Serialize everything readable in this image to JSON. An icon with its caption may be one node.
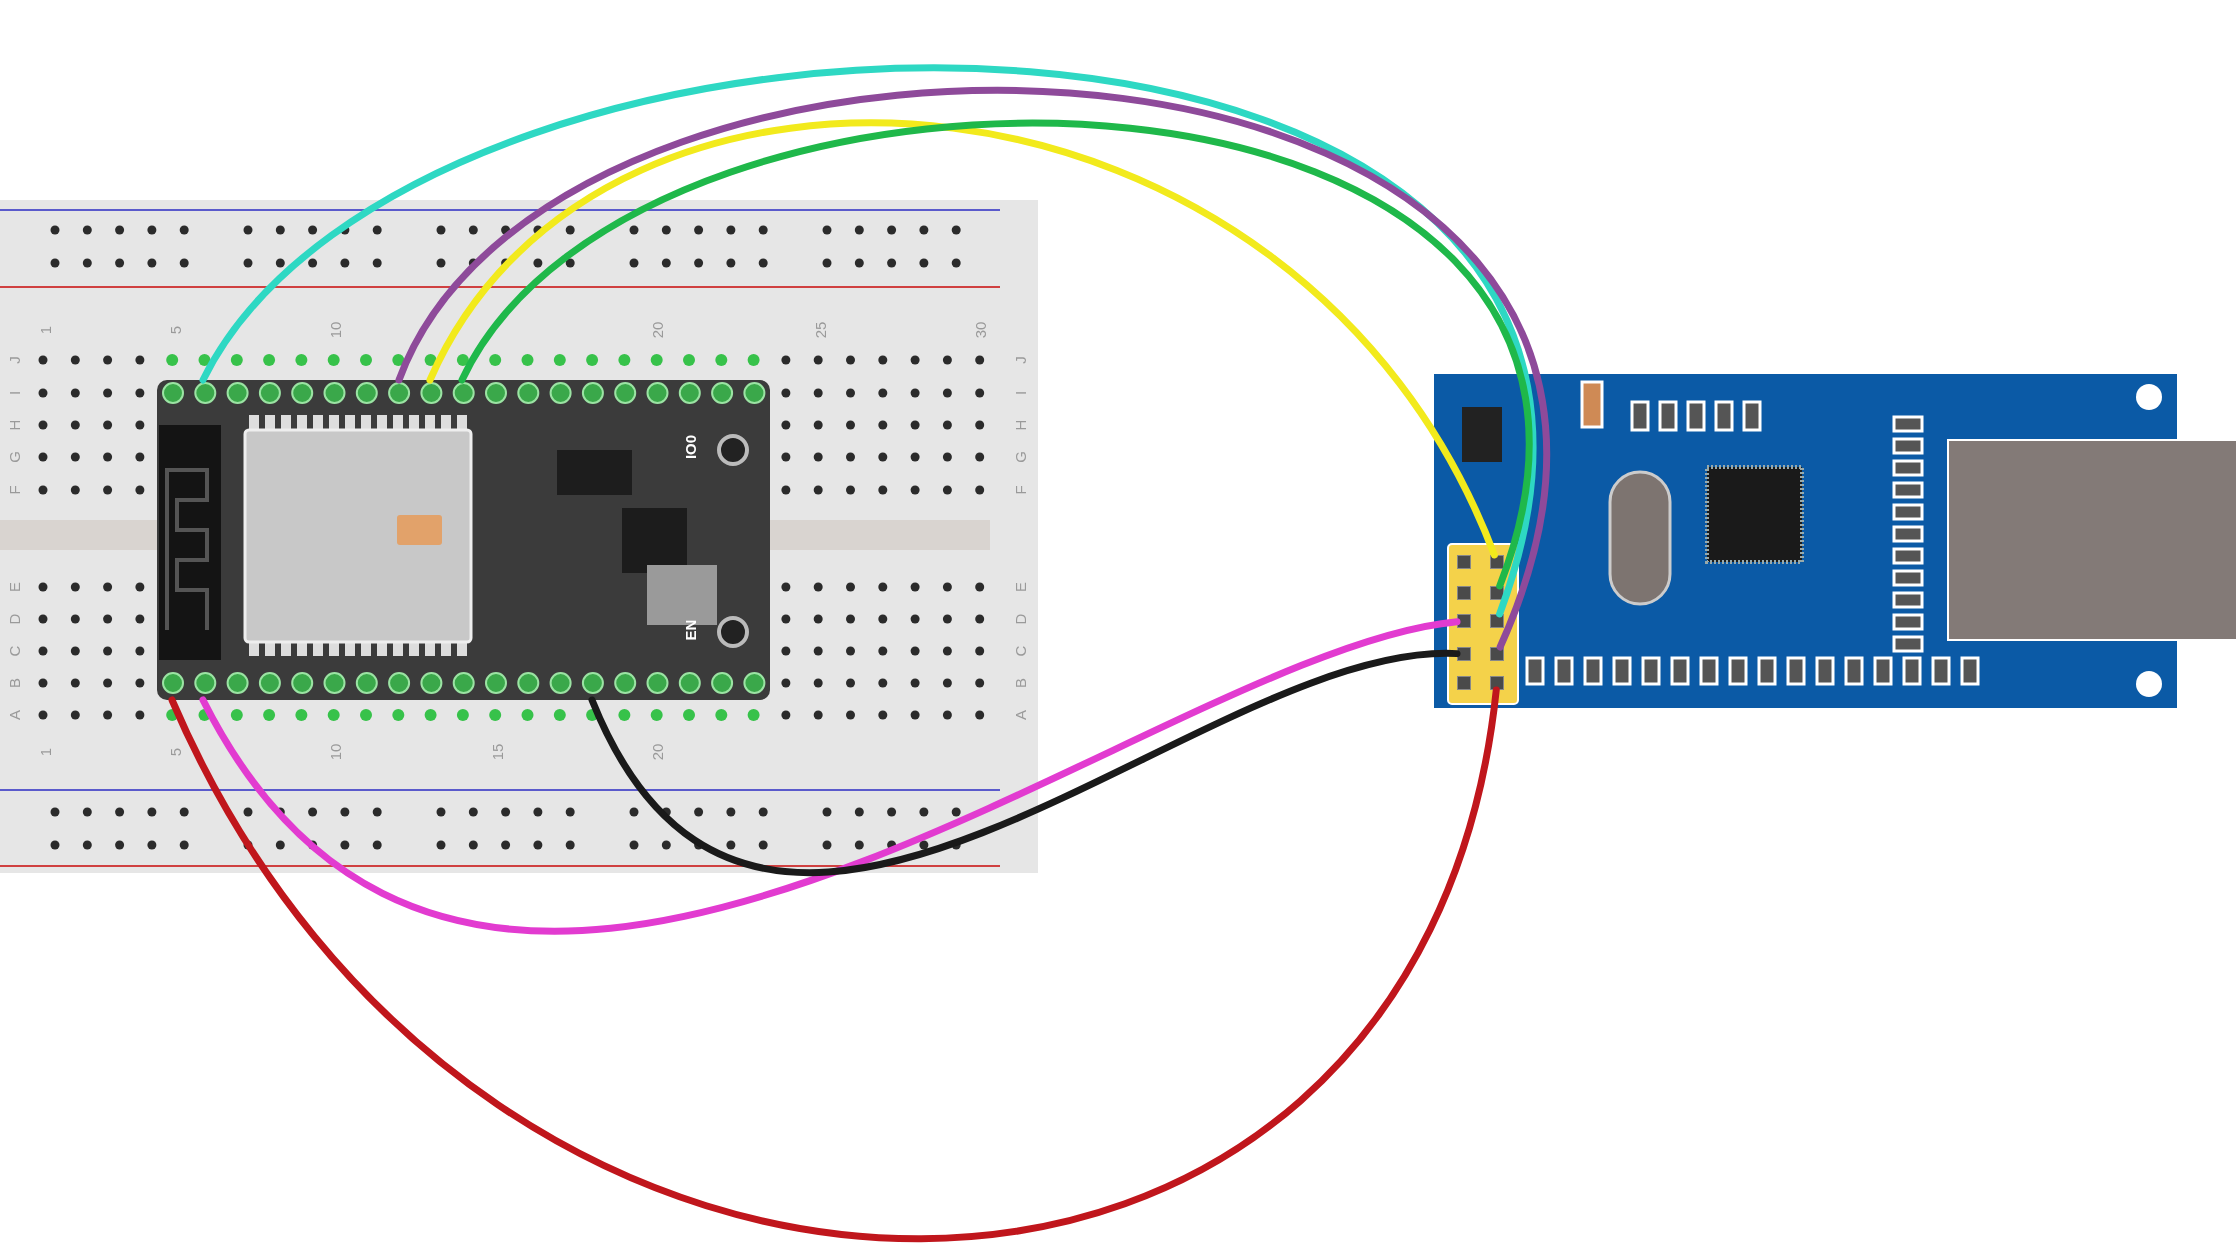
{
  "diagram": {
    "nodes": [
      {
        "text": [],
        "shape": "picture"
      },
      {
        "text": [],
        "shape": "picture",
        "in": 0
      },
      {
        "text": [],
        "shape": "picture"
      },
      {
        "text": [],
        "shape": "box",
        "in": 2
      },
      {
        "text": [],
        "shape": "box",
        "in": 2
      },
      {
        "text": [],
        "shape": "box",
        "in": 2
      },
      {
        "text": [],
        "shape": "box",
        "in": 2
      },
      {
        "text": [],
        "shape": "box",
        "in": 2
      },
      {
        "text": [],
        "shape": "box",
        "in": 2
      },
      {
        "text": [],
        "shape": "box",
        "in": 2
      },
      {
        "text": [],
        "shape": "box",
        "in": 2
      },
      {
        "text": [],
        "shape": "box",
        "in": 2
      },
      {
        "text": [],
        "shape": "box",
        "in": 2
      }
    ],
    "edges": [
      {
        "from": 1,
        "to": 8,
        "arrow": "none",
        "color": "#2ed8c3"
      },
      {
        "from": 1,
        "to": 10,
        "arrow": "none",
        "color": "#8e4a9a"
      },
      {
        "from": 1,
        "to": 4,
        "arrow": "none",
        "color": "#f2ea1c"
      },
      {
        "from": 1,
        "to": 6,
        "arrow": "none",
        "color": "#1fb84a"
      },
      {
        "from": 1,
        "to": 12,
        "arrow": "none",
        "color": "#c0161c"
      },
      {
        "from": 1,
        "to": 7,
        "arrow": "none",
        "color": "#e23bd0"
      },
      {
        "from": 1,
        "to": 9,
        "arrow": "none",
        "color": "#1a1a1a"
      }
    ],
    "labels": [
      "1",
      "5",
      "10",
      "20",
      "25",
      "30",
      "J",
      "I",
      "H",
      "G",
      "F",
      "E",
      "D",
      "C",
      "B",
      "A",
      "J",
      "I",
      "H",
      "G",
      "F",
      "E",
      "D",
      "C",
      "B",
      "A",
      "IO0",
      "EN",
      "1",
      "5",
      "10",
      "15",
      "20"
    ]
  }
}
